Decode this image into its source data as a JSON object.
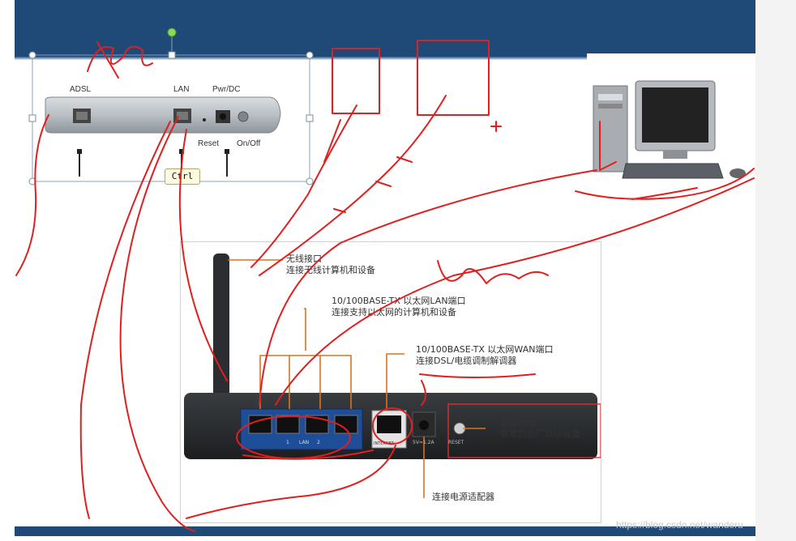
{
  "modem": {
    "labels": {
      "adsl": "ADSL",
      "lan": "LAN",
      "pwr": "Pwr/DC",
      "reset": "Reset",
      "onoff": "On/Off"
    }
  },
  "tooltip": {
    "ctrl": "Ctrl"
  },
  "router": {
    "callouts": {
      "wireless_title": "无线接口",
      "wireless_desc": "连接无线计算机和设备",
      "lan_title": "10/100BASE-TX 以太网LAN端口",
      "lan_desc": "连接支持以太网的计算机和设备",
      "wan_title": "10/100BASE-TX 以太网WAN端口",
      "wan_desc": "连接DSL/电缆调制解调器",
      "reset_title": "复位按钮",
      "reset_desc": "恢复到出厂默认设置",
      "power": "连接电源适配器"
    },
    "panel_labels": {
      "lan": "LAN",
      "p1": "1",
      "p2": "2",
      "power_spec": "5V=1.2A",
      "reset": "RESET",
      "internet": "INTERNET"
    }
  },
  "watermark": "https://blog.csdn.net/wanderu",
  "colors": {
    "header_blue": "#1f4a78",
    "annotation_red": "#e02020",
    "callout_orange": "#d9731f"
  }
}
